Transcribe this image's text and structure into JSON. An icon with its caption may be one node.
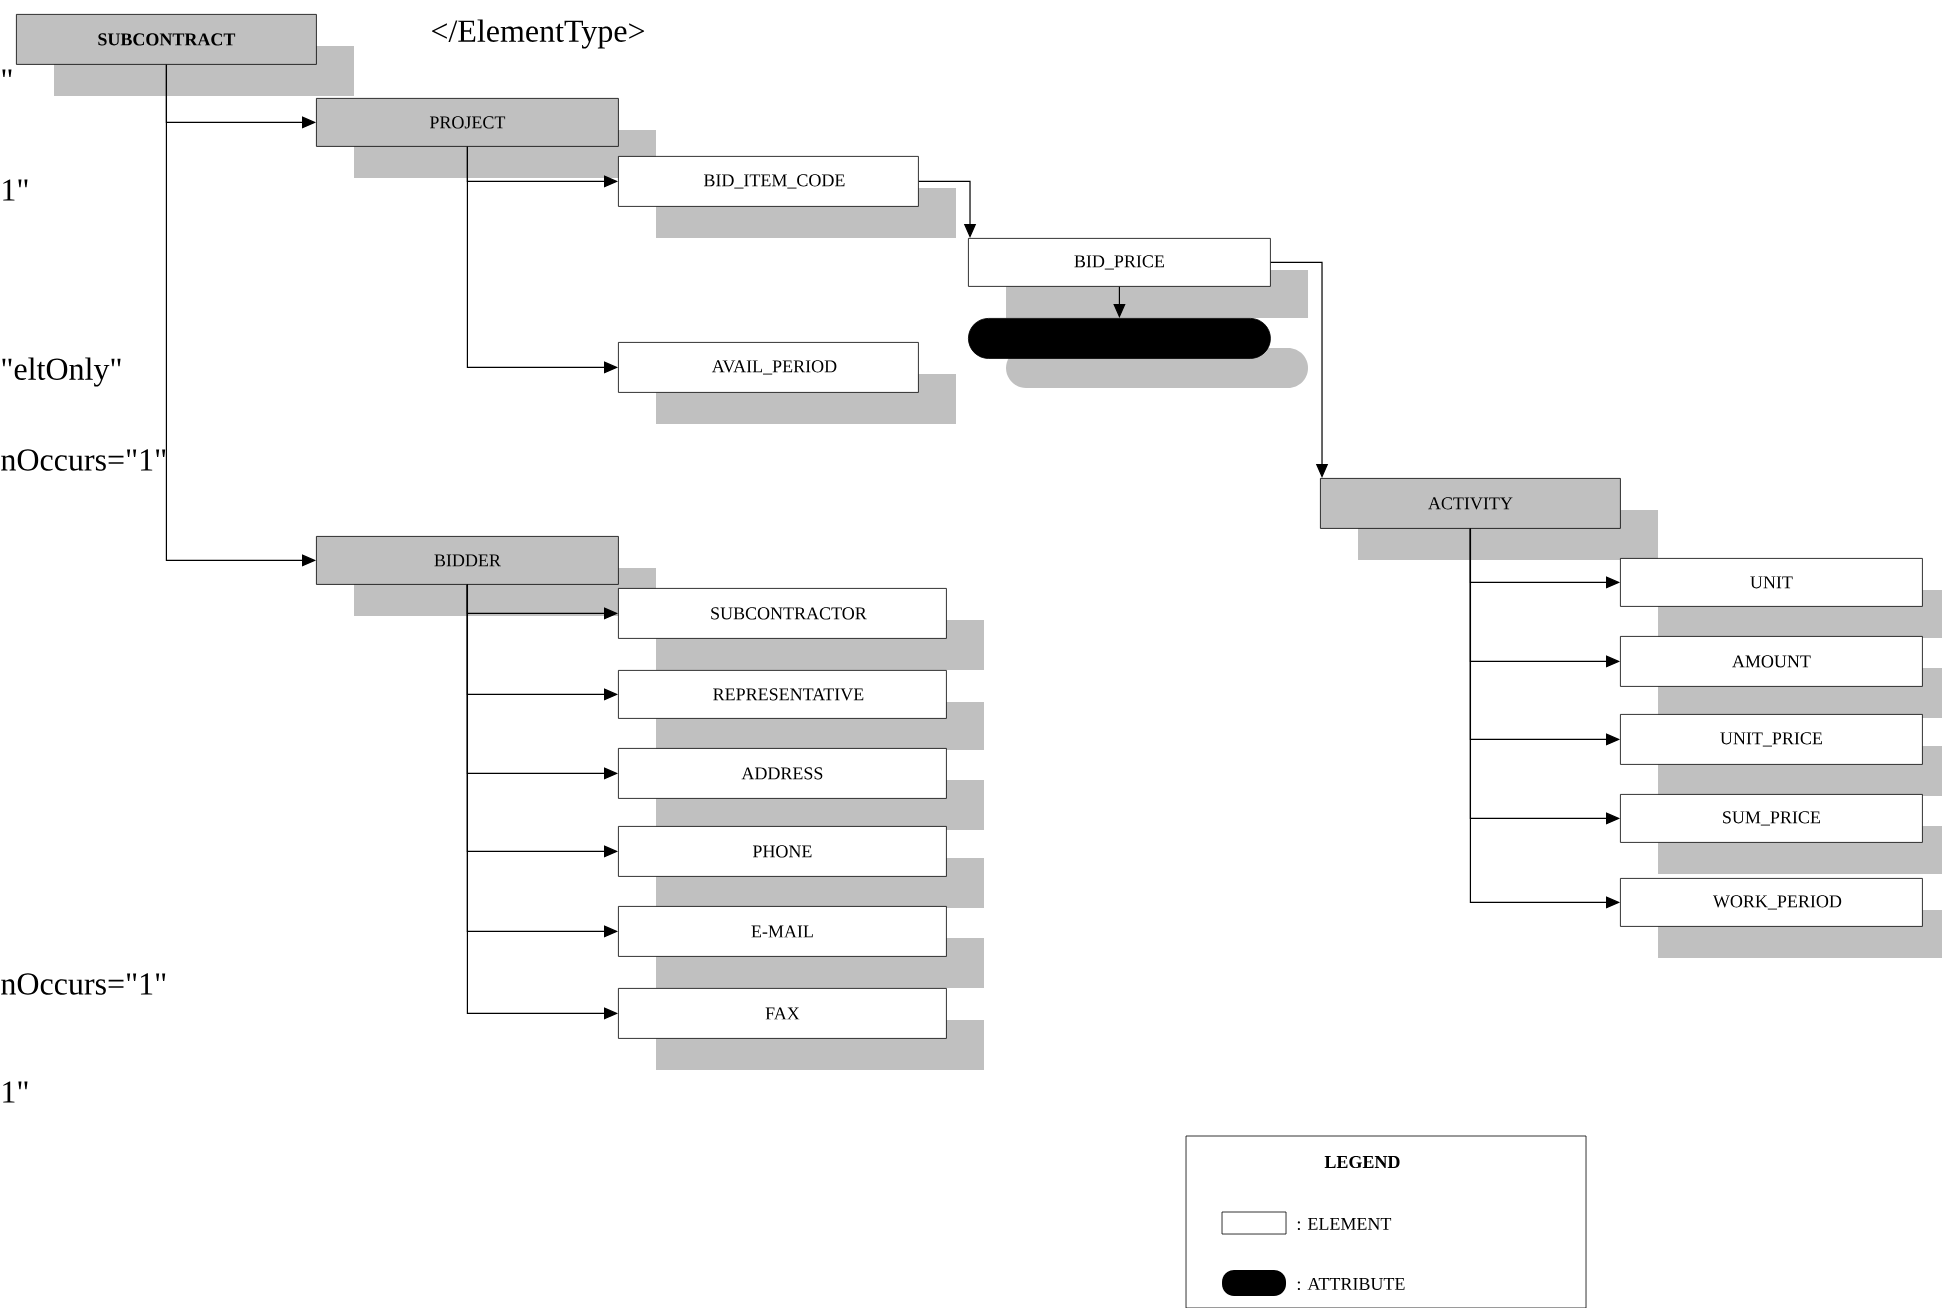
{
  "diagram": {
    "nodes": [
      {
        "text": [
          "SUBCONTRACT"
        ]
      },
      {
        "text": [
          "PROJECT"
        ]
      },
      {
        "text": [
          "BID_ITEM_CODE"
        ]
      },
      {
        "text": [
          "BID_PRICE"
        ]
      },
      {
        "text": [],
        "shape": "capsule"
      },
      {
        "text": [
          "AVAIL_PERIOD"
        ]
      },
      {
        "text": [
          "ACTIVITY"
        ]
      },
      {
        "text": [
          "UNIT"
        ]
      },
      {
        "text": [
          "AMOUNT"
        ]
      },
      {
        "text": [
          "UNIT_PRICE"
        ]
      },
      {
        "text": [
          "SUM_PRICE"
        ]
      },
      {
        "text": [
          "WORK_PERIOD"
        ]
      },
      {
        "text": [
          "BIDDER"
        ]
      },
      {
        "text": [
          "SUBCONTRACTOR"
        ]
      },
      {
        "text": [
          "REPRESENTATIVE"
        ]
      },
      {
        "text": [
          "ADDRESS"
        ]
      },
      {
        "text": [
          "PHONE"
        ]
      },
      {
        "text": [
          "E-MAIL"
        ]
      },
      {
        "text": [
          "FAX"
        ]
      }
    ],
    "edges": [
      {
        "from": 0,
        "to": 1,
        "arrow": "to"
      },
      {
        "from": 0,
        "to": 12,
        "arrow": "to"
      },
      {
        "from": 1,
        "to": 2,
        "arrow": "to"
      },
      {
        "from": 1,
        "to": 5,
        "arrow": "to"
      },
      {
        "from": 2,
        "to": 3,
        "arrow": "to"
      },
      {
        "from": 3,
        "to": 4,
        "arrow": "to"
      },
      {
        "from": 3,
        "to": 6,
        "arrow": "to"
      },
      {
        "from": 6,
        "to": 7,
        "arrow": "to"
      },
      {
        "from": 6,
        "to": 8,
        "arrow": "to"
      },
      {
        "from": 6,
        "to": 9,
        "arrow": "to"
      },
      {
        "from": 6,
        "to": 10,
        "arrow": "to"
      },
      {
        "from": 6,
        "to": 11,
        "arrow": "to"
      },
      {
        "from": 12,
        "to": 13,
        "arrow": "to"
      },
      {
        "from": 12,
        "to": 14,
        "arrow": "to"
      },
      {
        "from": 12,
        "to": 15,
        "arrow": "to"
      },
      {
        "from": 12,
        "to": 16,
        "arrow": "to"
      },
      {
        "from": 12,
        "to": 17,
        "arrow": "to"
      },
      {
        "from": 12,
        "to": 18,
        "arrow": "to"
      }
    ],
    "labels": [
      "</ElementType>",
      "\"",
      "1\"",
      "\"eltOnly\"",
      "nOccurs=\"1\"",
      "nOccurs=\"1\"",
      "1\"",
      "LEGEND"
    ],
    "legend": [
      {
        "text": ": ELEMENT"
      },
      {
        "text": ": ATTRIBUTE"
      }
    ]
  }
}
